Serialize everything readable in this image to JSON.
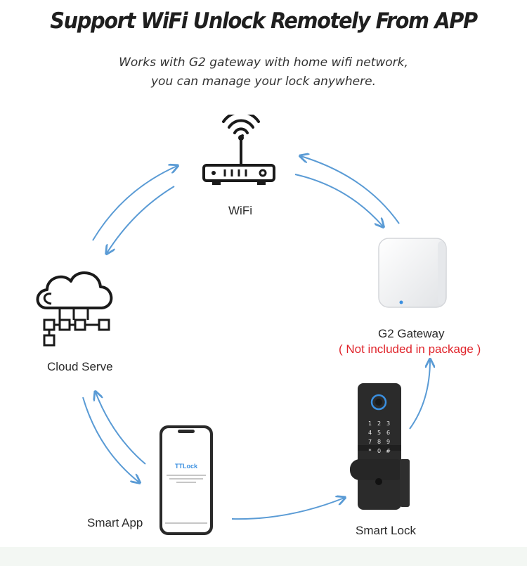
{
  "header": {
    "title": "Support WiFi Unlock Remotely From APP",
    "subtitle_line1": "Works with G2 gateway with home wifi network,",
    "subtitle_line2": "you can manage your lock anywhere."
  },
  "nodes": {
    "wifi": {
      "label": "WiFi",
      "icon": "wifi-router-icon"
    },
    "gateway": {
      "label": "G2 Gateway",
      "note": "( Not included in package )",
      "icon": "gateway-device"
    },
    "cloud": {
      "label": "Cloud Serve",
      "icon": "cloud-network-icon"
    },
    "app": {
      "label": "Smart App",
      "icon": "smartphone",
      "screen_title": "TTLock"
    },
    "lock": {
      "label": "Smart Lock",
      "icon": "smart-lock-device",
      "keypad": [
        "1",
        "2",
        "3",
        "4",
        "5",
        "6",
        "7",
        "8",
        "9",
        "*",
        "0",
        "#"
      ]
    }
  },
  "colors": {
    "arrow": "#5a9bd5",
    "note": "#e0242b",
    "lock_body": "#2b2b2b",
    "gateway_led": "#3a8fe0"
  }
}
